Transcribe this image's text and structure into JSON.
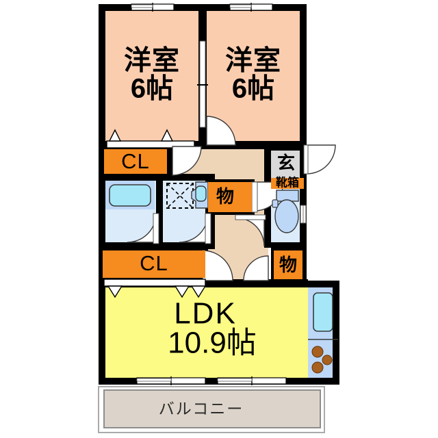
{
  "plan": {
    "type": "japanese-floor-plan",
    "layout_name": "2LDK",
    "colors": {
      "wall": "#000000",
      "bedroom_fill": "#FBCDAF",
      "hallway_fill": "#EFD5B8",
      "ldk_fill": "#FBFB85",
      "closet_fill": "#F68B1F",
      "kitchen_fill": "#BDD7F7",
      "bath_fill": "#DCEBF9",
      "bath_tub_fill": "#ADE7F7",
      "genkan_fill": "#D9D9D9",
      "balcony_fill": "#DCD4CA",
      "stove_burner": "#A8601E",
      "door_line": "#3a3a3a"
    },
    "rooms": [
      {
        "id": "bedroom-left",
        "name_jp": "洋室",
        "size_jp": "6帖",
        "kind": "washitsu-western"
      },
      {
        "id": "bedroom-right",
        "name_jp": "洋室",
        "size_jp": "6帖",
        "kind": "washitsu-western"
      },
      {
        "id": "ldk",
        "name_jp": "LDK",
        "size_jp": "10.9帖",
        "kind": "living-dining-kitchen"
      }
    ],
    "closets": [
      {
        "id": "closet-upper",
        "label": "CL"
      },
      {
        "id": "closet-lower",
        "label": "CL"
      },
      {
        "id": "storage-hall",
        "label": "物"
      },
      {
        "id": "storage-entry",
        "label": "物"
      }
    ],
    "entry": {
      "genkan_label": "玄",
      "shoebox_label": "靴箱"
    },
    "balcony": {
      "label": "バルコニー"
    },
    "fixtures": [
      {
        "id": "bath-tub",
        "name": "bathtub"
      },
      {
        "id": "washer-pan",
        "name": "washing-machine-pan"
      },
      {
        "id": "vanity-sink",
        "name": "vanity-sink"
      },
      {
        "id": "toilet",
        "name": "toilet"
      },
      {
        "id": "kitchen-sink",
        "name": "kitchen-sink"
      },
      {
        "id": "kitchen-stove",
        "name": "three-burner-stove"
      }
    ]
  }
}
